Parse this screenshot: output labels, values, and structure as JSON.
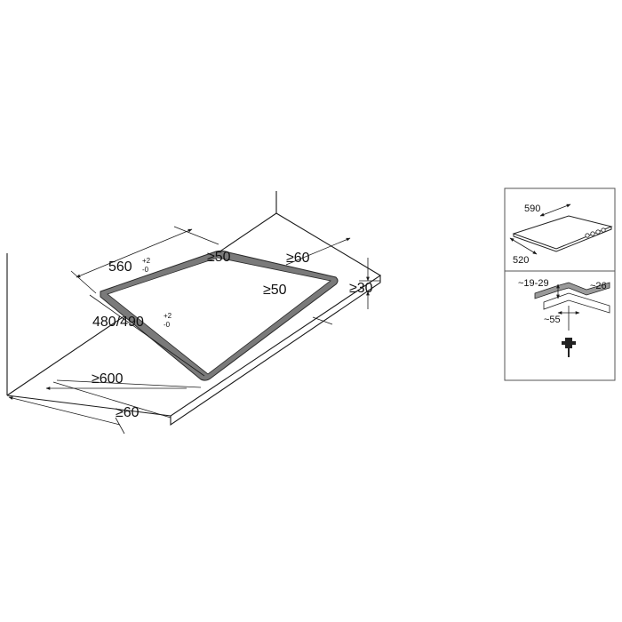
{
  "main_diagram": {
    "cutout_width": {
      "value": "560",
      "tol_top": "+2",
      "tol_bottom": "-0"
    },
    "cutout_depth": {
      "value": "480/490",
      "tol_top": "+2",
      "tol_bottom": "-0"
    },
    "back_clearance": "≥60",
    "side_clearance": "≥50",
    "front_clearance": "≥50",
    "worktop_depth": "≥600",
    "front_edge_min": "≥60",
    "min_thickness": "≥30"
  },
  "inset_hob": {
    "width": "590",
    "depth": "520"
  },
  "inset_section": {
    "height_range": "~19-29",
    "lip": "~26",
    "depth": "~55"
  }
}
